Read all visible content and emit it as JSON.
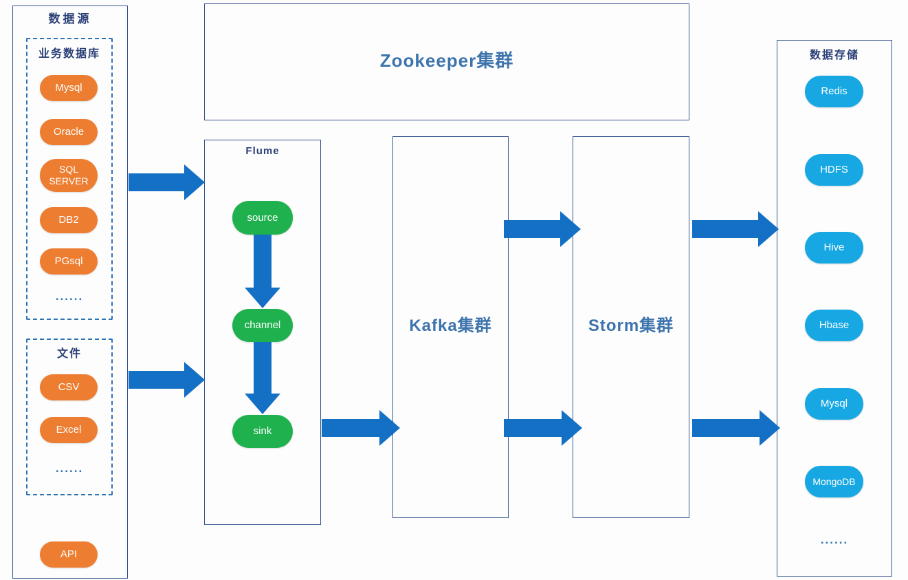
{
  "colors": {
    "arrow_blue": "#1370c4",
    "pill_orange": "#ed7d31",
    "pill_green": "#1fb14e",
    "pill_cyan": "#17a8e3",
    "box_border_navy": "#35548f",
    "dashed_border_blue": "#2e74b5",
    "heading_navy": "#2b4077",
    "cluster_label_blue": "#3d74ad"
  },
  "left_panel": {
    "title": "数据源",
    "db_group": {
      "title": "业务数据库",
      "items": [
        "Mysql",
        "Oracle",
        "SQL SERVER",
        "DB2",
        "PGsql"
      ],
      "ellipsis": "......"
    },
    "file_group": {
      "title": "文件",
      "items": [
        "CSV",
        "Excel"
      ],
      "ellipsis": "......"
    },
    "api_label": "API"
  },
  "zookeeper": {
    "title": "Zookeeper集群"
  },
  "flume": {
    "title": "Flume",
    "nodes": [
      "source",
      "channel",
      "sink"
    ]
  },
  "kafka": {
    "title": "Kafka集群"
  },
  "storm": {
    "title": "Storm集群"
  },
  "storage": {
    "title": "数据存储",
    "items": [
      "Redis",
      "HDFS",
      "Hive",
      "Hbase",
      "Mysql",
      "MongoDB"
    ],
    "ellipsis": "......"
  }
}
